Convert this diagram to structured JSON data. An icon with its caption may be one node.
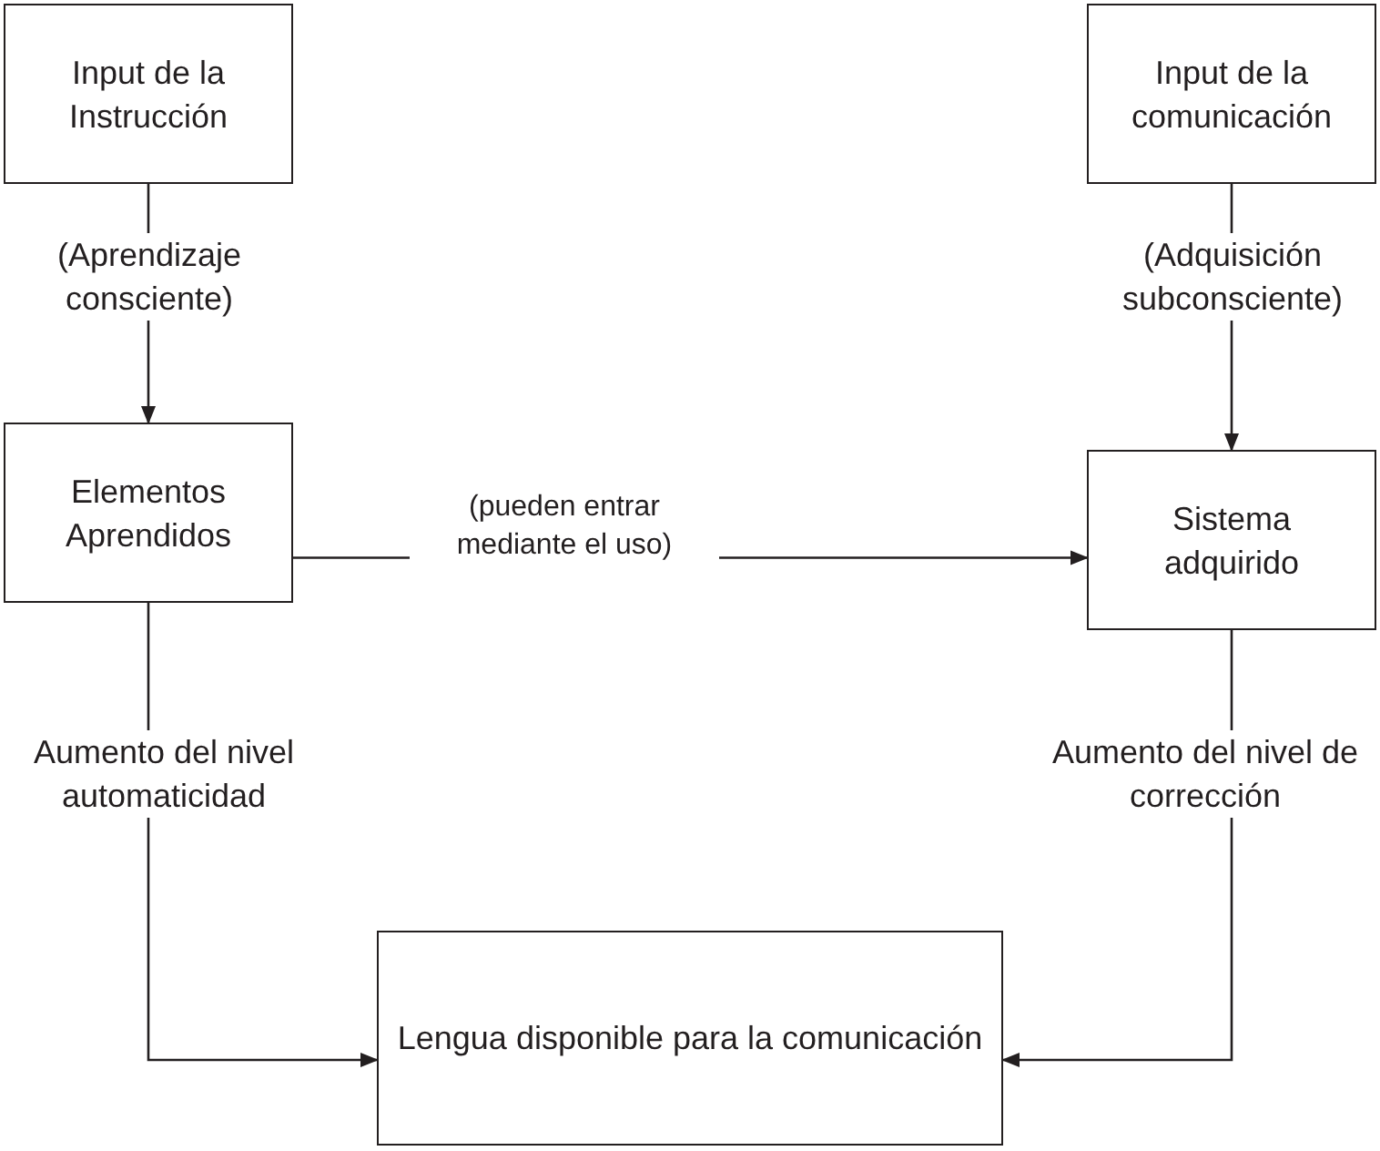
{
  "diagram": {
    "nodes": [
      {
        "text": [
          "Input de la Instrucción"
        ]
      },
      {
        "text": [
          "Input de la comunicación"
        ]
      },
      {
        "text": [
          "Elementos Aprendidos"
        ]
      },
      {
        "text": [
          "Sistema adquirido"
        ]
      },
      {
        "text": [
          "Lengua disponible para la comunicación"
        ]
      }
    ],
    "edges": [
      {
        "from": 0,
        "to": 2,
        "arrow": "to",
        "label": "(Aprendizaje consciente)"
      },
      {
        "from": 1,
        "to": 3,
        "arrow": "to",
        "label": "(Adquisición subconsciente)"
      },
      {
        "from": 2,
        "to": 3,
        "arrow": "to",
        "label": "(pueden entrar mediante el uso)"
      },
      {
        "from": 2,
        "to": 4,
        "arrow": "to",
        "label": "Aumento del nivel automaticidad"
      },
      {
        "from": 3,
        "to": 4,
        "arrow": "to",
        "label": "Aumento del nivel de corrección"
      }
    ]
  }
}
